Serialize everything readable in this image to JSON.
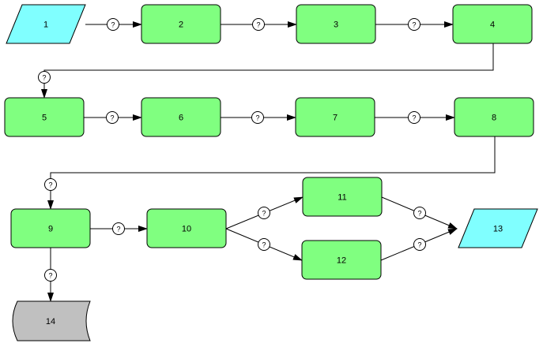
{
  "colors": {
    "process_fill": "#80ff80",
    "io_fill": "#80ffff",
    "storage_fill": "#c0c0c0",
    "stroke": "#000000",
    "background": "#ffffff"
  },
  "nodes": [
    {
      "id": "1",
      "label": "1",
      "shape": "parallelogram"
    },
    {
      "id": "2",
      "label": "2",
      "shape": "rounded-rect"
    },
    {
      "id": "3",
      "label": "3",
      "shape": "rounded-rect"
    },
    {
      "id": "4",
      "label": "4",
      "shape": "rounded-rect"
    },
    {
      "id": "5",
      "label": "5",
      "shape": "rounded-rect"
    },
    {
      "id": "6",
      "label": "6",
      "shape": "rounded-rect"
    },
    {
      "id": "7",
      "label": "7",
      "shape": "rounded-rect"
    },
    {
      "id": "8",
      "label": "8",
      "shape": "rounded-rect"
    },
    {
      "id": "9",
      "label": "9",
      "shape": "rounded-rect"
    },
    {
      "id": "10",
      "label": "10",
      "shape": "rounded-rect"
    },
    {
      "id": "11",
      "label": "11",
      "shape": "rounded-rect"
    },
    {
      "id": "12",
      "label": "12",
      "shape": "rounded-rect"
    },
    {
      "id": "13",
      "label": "13",
      "shape": "parallelogram"
    },
    {
      "id": "14",
      "label": "14",
      "shape": "stored-data"
    }
  ],
  "edges": [
    {
      "from": "1",
      "to": "2",
      "label": "?"
    },
    {
      "from": "2",
      "to": "3",
      "label": "?"
    },
    {
      "from": "3",
      "to": "4",
      "label": "?"
    },
    {
      "from": "4",
      "to": "5",
      "label": "?"
    },
    {
      "from": "5",
      "to": "6",
      "label": "?"
    },
    {
      "from": "6",
      "to": "7",
      "label": "?"
    },
    {
      "from": "7",
      "to": "8",
      "label": "?"
    },
    {
      "from": "8",
      "to": "9",
      "label": "?"
    },
    {
      "from": "9",
      "to": "10",
      "label": "?"
    },
    {
      "from": "10",
      "to": "11",
      "label": "?"
    },
    {
      "from": "10",
      "to": "12",
      "label": "?"
    },
    {
      "from": "11",
      "to": "13",
      "label": "?"
    },
    {
      "from": "12",
      "to": "13",
      "label": "?"
    },
    {
      "from": "9",
      "to": "14",
      "label": "?"
    }
  ]
}
